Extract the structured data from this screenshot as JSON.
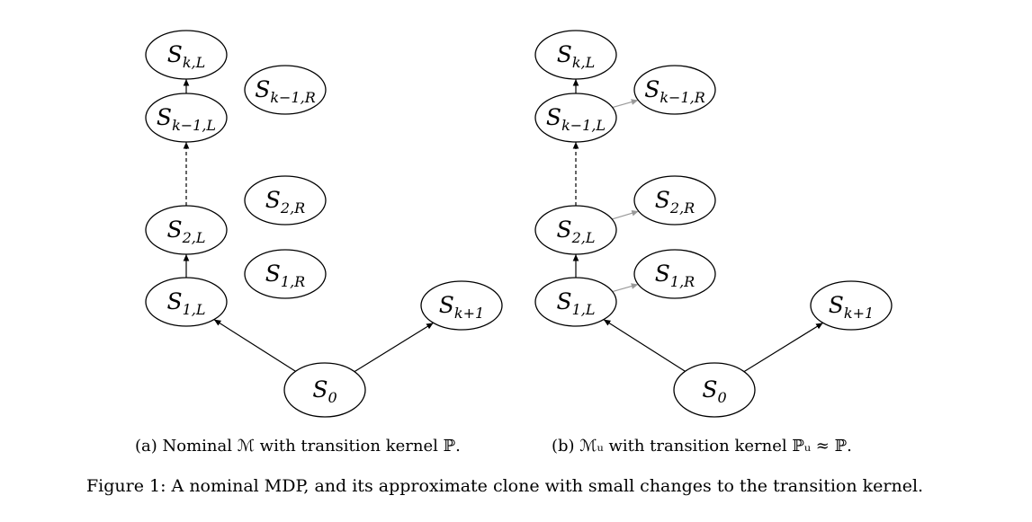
{
  "panels": [
    {
      "id": "a",
      "nodes": [
        {
          "key": "S_kL",
          "main": "S",
          "sub": "k,L"
        },
        {
          "key": "S_km1R",
          "main": "S",
          "sub": "k−1,R"
        },
        {
          "key": "S_km1L",
          "main": "S",
          "sub": "k−1,L"
        },
        {
          "key": "S_2R",
          "main": "S",
          "sub": "2,R"
        },
        {
          "key": "S_2L",
          "main": "S",
          "sub": "2,L"
        },
        {
          "key": "S_1R",
          "main": "S",
          "sub": "1,R"
        },
        {
          "key": "S_1L",
          "main": "S",
          "sub": "1,L"
        },
        {
          "key": "S_kp1",
          "main": "S",
          "sub": "k+1"
        },
        {
          "key": "S_0",
          "main": "S",
          "sub": "0"
        }
      ],
      "caption": "(a) Nominal ℳ with transition kernel ℙ."
    },
    {
      "id": "b",
      "nodes": [
        {
          "key": "S_kL",
          "main": "S",
          "sub": "k,L"
        },
        {
          "key": "S_km1R",
          "main": "S",
          "sub": "k−1,R"
        },
        {
          "key": "S_km1L",
          "main": "S",
          "sub": "k−1,L"
        },
        {
          "key": "S_2R",
          "main": "S",
          "sub": "2,R"
        },
        {
          "key": "S_2L",
          "main": "S",
          "sub": "2,L"
        },
        {
          "key": "S_1R",
          "main": "S",
          "sub": "1,R"
        },
        {
          "key": "S_1L",
          "main": "S",
          "sub": "1,L"
        },
        {
          "key": "S_kp1",
          "main": "S",
          "sub": "k+1"
        },
        {
          "key": "S_0",
          "main": "S",
          "sub": "0"
        }
      ],
      "caption": "(b) ℳᵤ with transition kernel ℙᵤ ≈ ℙ."
    }
  ],
  "figure_caption": "Figure 1: A nominal MDP, and its approximate clone with small changes to the transition kernel.",
  "colors": {
    "line": "#000000",
    "perturbed_edge": "#999999"
  }
}
